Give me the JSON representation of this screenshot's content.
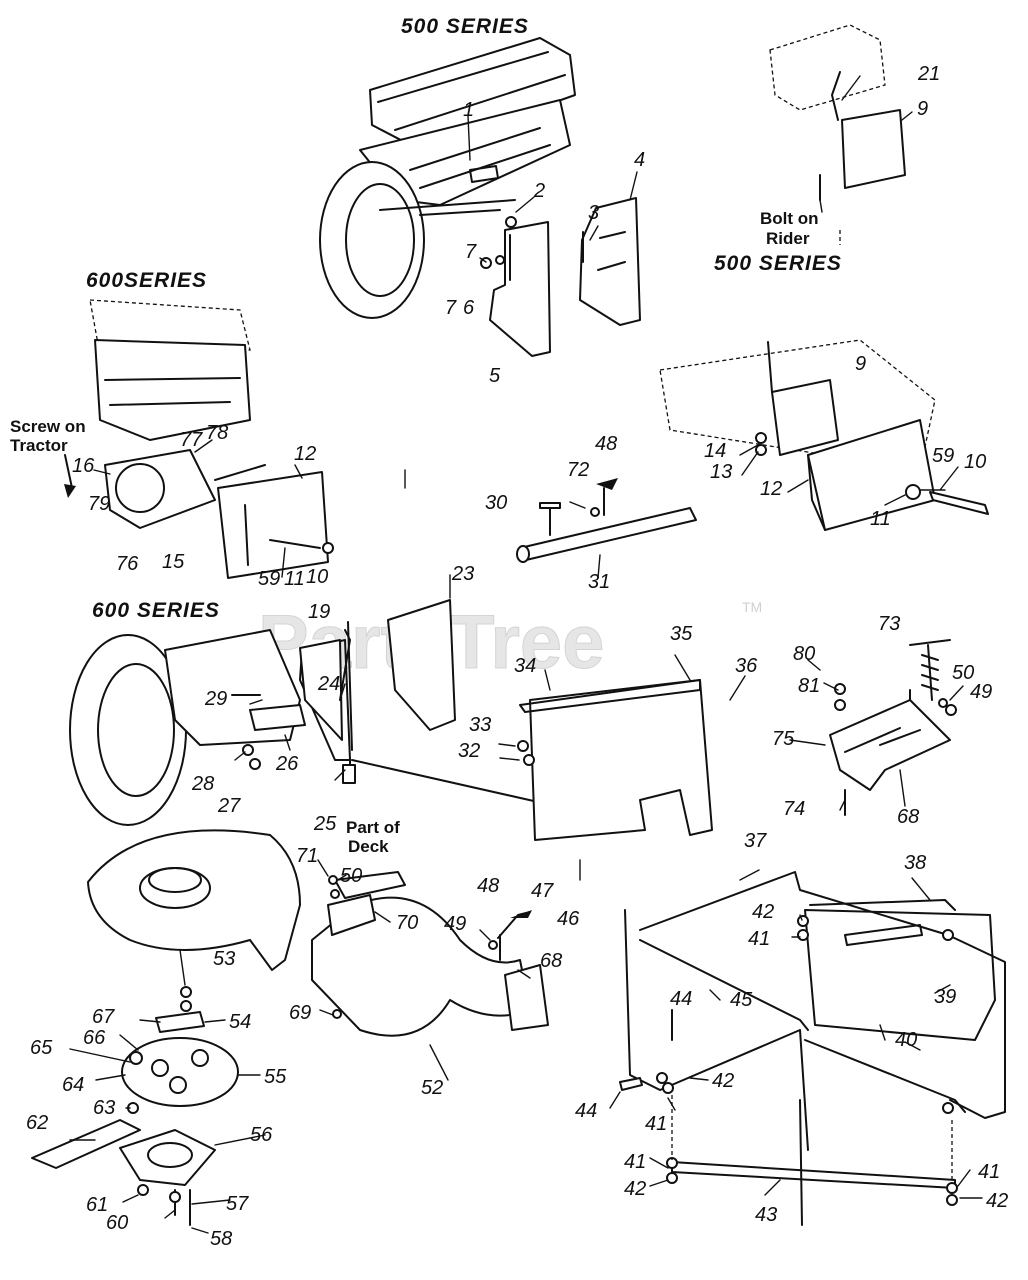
{
  "watermark": {
    "text": "PartsTree",
    "trademark": "TM"
  },
  "series_labels": {
    "s500_top": "500 SERIES",
    "s500_right": "500 SERIES",
    "s600_left": "600SERIES",
    "s600_mid": "600 SERIES"
  },
  "notes": {
    "bolt_on_rider": [
      "Bolt on",
      "Rider"
    ],
    "screw_on_tractor": [
      "Screw on",
      "Tractor"
    ],
    "part_of_deck": [
      "Part of",
      "Deck"
    ]
  },
  "callouts": [
    {
      "id": "c1",
      "num": "1"
    },
    {
      "id": "c2",
      "num": "2"
    },
    {
      "id": "c3",
      "num": "3"
    },
    {
      "id": "c4",
      "num": "4"
    },
    {
      "id": "c5",
      "num": "5"
    },
    {
      "id": "c6",
      "num": "6"
    },
    {
      "id": "c7a",
      "num": "7"
    },
    {
      "id": "c7b",
      "num": "7"
    },
    {
      "id": "c21",
      "num": "21"
    },
    {
      "id": "c9a",
      "num": "9"
    },
    {
      "id": "c9b",
      "num": "9"
    },
    {
      "id": "c10a",
      "num": "10"
    },
    {
      "id": "c11a",
      "num": "11"
    },
    {
      "id": "c12a",
      "num": "12"
    },
    {
      "id": "c13",
      "num": "13"
    },
    {
      "id": "c14",
      "num": "14"
    },
    {
      "id": "c59a",
      "num": "59"
    },
    {
      "id": "c16",
      "num": "16"
    },
    {
      "id": "c77",
      "num": "77"
    },
    {
      "id": "c78",
      "num": "78"
    },
    {
      "id": "c79",
      "num": "79"
    },
    {
      "id": "c76",
      "num": "76"
    },
    {
      "id": "c15",
      "num": "15"
    },
    {
      "id": "c12b",
      "num": "12"
    },
    {
      "id": "c59b",
      "num": "59"
    },
    {
      "id": "c11b",
      "num": "11"
    },
    {
      "id": "c10b",
      "num": "10"
    },
    {
      "id": "c30",
      "num": "30"
    },
    {
      "id": "c72",
      "num": "72"
    },
    {
      "id": "c48a",
      "num": "48"
    },
    {
      "id": "c31",
      "num": "31"
    },
    {
      "id": "c23",
      "num": "23"
    },
    {
      "id": "c19",
      "num": "19"
    },
    {
      "id": "c24",
      "num": "24"
    },
    {
      "id": "c29",
      "num": "29"
    },
    {
      "id": "c28",
      "num": "28"
    },
    {
      "id": "c27",
      "num": "27"
    },
    {
      "id": "c26",
      "num": "26"
    },
    {
      "id": "c25",
      "num": "25"
    },
    {
      "id": "c34",
      "num": "34"
    },
    {
      "id": "c35",
      "num": "35"
    },
    {
      "id": "c36",
      "num": "36"
    },
    {
      "id": "c33",
      "num": "33"
    },
    {
      "id": "c32",
      "num": "32"
    },
    {
      "id": "c47",
      "num": "47"
    },
    {
      "id": "c46",
      "num": "46"
    },
    {
      "id": "c73",
      "num": "73"
    },
    {
      "id": "c80",
      "num": "80"
    },
    {
      "id": "c81",
      "num": "81"
    },
    {
      "id": "c50a",
      "num": "50"
    },
    {
      "id": "c49a",
      "num": "49"
    },
    {
      "id": "c75",
      "num": "75"
    },
    {
      "id": "c74",
      "num": "74"
    },
    {
      "id": "c68a",
      "num": "68"
    },
    {
      "id": "c71",
      "num": "71"
    },
    {
      "id": "c50b",
      "num": "50"
    },
    {
      "id": "c70",
      "num": "70"
    },
    {
      "id": "c48b",
      "num": "48"
    },
    {
      "id": "c49b",
      "num": "49"
    },
    {
      "id": "c68b",
      "num": "68"
    },
    {
      "id": "c53",
      "num": "53"
    },
    {
      "id": "c54",
      "num": "54"
    },
    {
      "id": "c67",
      "num": "67"
    },
    {
      "id": "c66",
      "num": "66"
    },
    {
      "id": "c65",
      "num": "65"
    },
    {
      "id": "c64",
      "num": "64"
    },
    {
      "id": "c55",
      "num": "55"
    },
    {
      "id": "c63",
      "num": "63"
    },
    {
      "id": "c62",
      "num": "62"
    },
    {
      "id": "c56",
      "num": "56"
    },
    {
      "id": "c61",
      "num": "61"
    },
    {
      "id": "c60",
      "num": "60"
    },
    {
      "id": "c57",
      "num": "57"
    },
    {
      "id": "c58",
      "num": "58"
    },
    {
      "id": "c69",
      "num": "69"
    },
    {
      "id": "c52",
      "num": "52"
    },
    {
      "id": "c37",
      "num": "37"
    },
    {
      "id": "c38",
      "num": "38"
    },
    {
      "id": "c42a",
      "num": "42"
    },
    {
      "id": "c41a",
      "num": "41"
    },
    {
      "id": "c45",
      "num": "45"
    },
    {
      "id": "c39",
      "num": "39"
    },
    {
      "id": "c44a",
      "num": "44"
    },
    {
      "id": "c40",
      "num": "40"
    },
    {
      "id": "c44b",
      "num": "44"
    },
    {
      "id": "c42b",
      "num": "42"
    },
    {
      "id": "c41b",
      "num": "41"
    },
    {
      "id": "c41c",
      "num": "41"
    },
    {
      "id": "c42c",
      "num": "42"
    },
    {
      "id": "c43",
      "num": "43"
    },
    {
      "id": "c41d",
      "num": "41"
    },
    {
      "id": "c42d",
      "num": "42"
    }
  ]
}
